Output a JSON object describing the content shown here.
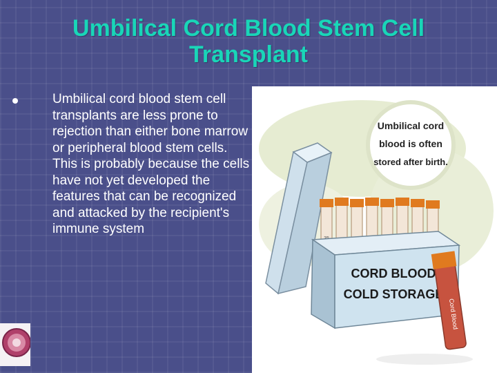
{
  "slide": {
    "title": "Umbilical Cord Blood Stem Cell Transplant",
    "bullet": "Umbilical cord blood stem cell transplants are less prone to rejection than either bone marrow or peripheral blood stem cells. This is probably because the cells have not yet developed the features that can be recognized and attacked by the recipient's immune system"
  },
  "illustration": {
    "callout": [
      "Umbilical cord",
      "blood is often",
      "stored after birth."
    ],
    "box_label": [
      "CORD BLOOD",
      "COLD STORAGE"
    ],
    "tube_label": "Cord Blood",
    "vial_number": "35"
  },
  "colors": {
    "background": "#4a4f8a",
    "title": "#19d6b8",
    "box": "#cfe3ef",
    "vial_cap": "#e07a1f"
  }
}
